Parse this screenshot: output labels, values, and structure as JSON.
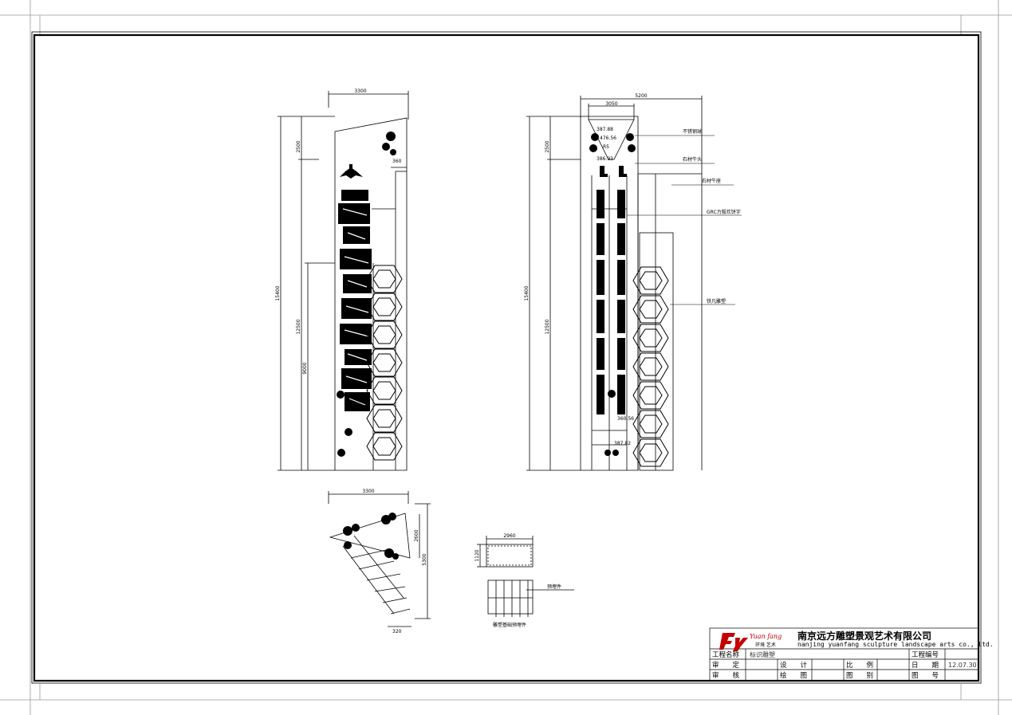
{
  "company": {
    "name_cn": "南京远方雕塑景观艺术有限公司",
    "name_en": "nanjing yuanfang sculpture landscape arts co., ltd.",
    "logo_script": "Yuan fang",
    "logo_sub": "环境 艺术",
    "brand_color": "#c40000"
  },
  "title_block": {
    "project_label": "工程名称",
    "project_value": "标识雕塑",
    "number_label": "工程编号",
    "approve_label": "审　　定",
    "design_label": "设　　计",
    "scale_label": "比　　例",
    "date_label": "日　　期",
    "date_value": "12.07.30",
    "review_label": "审　　核",
    "draw_label": "绘　　图",
    "category_label": "图　　别",
    "sheet_label": "图　　号"
  },
  "front_view": {
    "width_dim": "3300",
    "dim_total": "15400",
    "dim_top": "2500",
    "dim_mid": "12500",
    "dim_lower": "9000",
    "dim_small": "360"
  },
  "side_view": {
    "width_dim": "5200",
    "inner_dim": "3050",
    "dim_total": "15400",
    "dim_top": "2500",
    "dim_mid": "12500",
    "d1": "387.88",
    "d2": "476.56",
    "d3": "R5",
    "d4": "386.93",
    "d5": "360.56",
    "d6": "387.82",
    "note1": "不锈钢球",
    "note2": "石材牛头",
    "note3": "石材牛座",
    "note4": "GRC力拔炊饼字",
    "note5": "铁凡雕塑"
  },
  "plan_view": {
    "width_dim": "3300",
    "dim_a": "2600",
    "dim_b": "5300",
    "dim_c": "320"
  },
  "foundation_detail": {
    "width_dim": "2960",
    "height_dim": "1120",
    "note": "预埋件",
    "caption": "雕塑基础预埋件"
  },
  "colors": {
    "line": "#000000",
    "frame": "#000000",
    "page": "#ffffff"
  }
}
